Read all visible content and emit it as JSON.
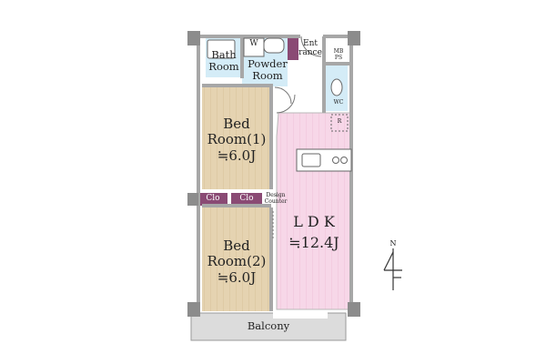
{
  "floorplan": {
    "colors": {
      "wall": "#a7a7a7",
      "wall_dark": "#8c8c8c",
      "bedroom": "#e5d3b1",
      "bedroom_line": "#d6c199",
      "ldk": "#f7d7e8",
      "ldk_line": "#efc1d8",
      "wet_area": "#d4ecf7",
      "closet": "#8a4a74",
      "balcony": "#dcdcdc",
      "floor_white": "#ffffff"
    },
    "rooms": {
      "bath": "Bath\nRoom",
      "powder": "Powder\nRoom",
      "washer": "W",
      "entrance": "Ent\nrance",
      "mb_ps": "MB\nPS",
      "wc": "WC",
      "refrigerator": "R",
      "bedroom1": "Bed\nRoom(1)\n≒6.0J",
      "bedroom2": "Bed\nRoom(2)\n≒6.0J",
      "closet_1": "Clo",
      "closet_2": "Clo",
      "design_counter": "Design\nCounter",
      "ldk": "L D K\n≒12.4J",
      "balcony": "Balcony",
      "compass": "N"
    }
  }
}
